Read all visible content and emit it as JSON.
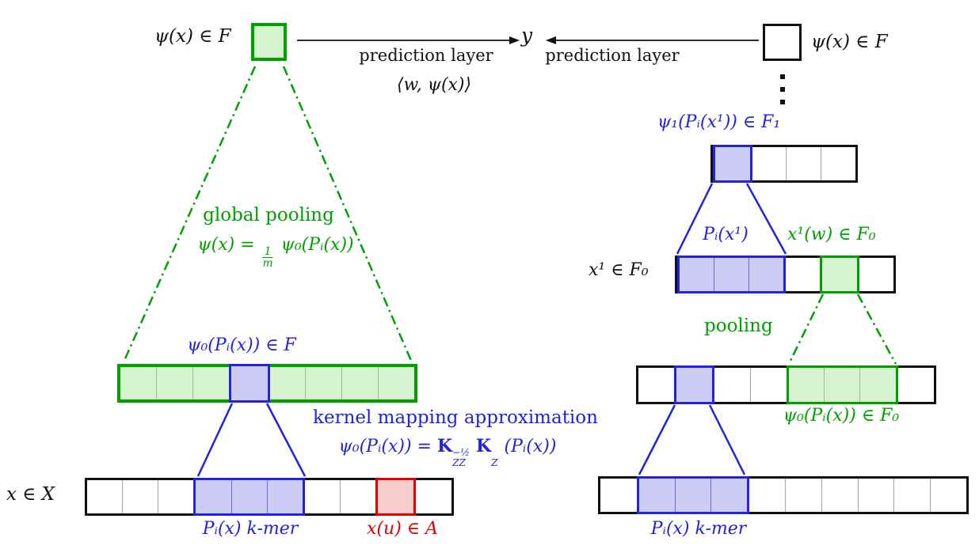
{
  "figure": {
    "left": {
      "output_label": "ψ(x) ∈ F",
      "prediction_layer": "prediction layer",
      "y_label": "y",
      "inner_product": "⟨w, ψ(x)⟩",
      "global_pooling": "global pooling",
      "pooling_formula": {
        "lhs": "ψ(x) =",
        "num": "1",
        "den": "m",
        "rhs": "ψ₀(Pᵢ(x))"
      },
      "feature_map_label": "ψ₀(Pᵢ(x)) ∈ F",
      "kernel_approx": "kernel mapping approximation",
      "kernel_formula": {
        "lhs": "ψ₀(Pᵢ(x)) =",
        "k1": "K",
        "k1_sub": "ZZ",
        "k1_sup": "−½",
        "k2": "K",
        "k2_sub": "Z",
        "rhs": "(Pᵢ(x))"
      },
      "input_label": "x ∈ X",
      "kmer_label": "Pᵢ(x) k-mer",
      "char_label": "x(u) ∈ A"
    },
    "right": {
      "output_label": "ψ(x) ∈ F",
      "prediction_layer": "prediction layer",
      "layer1_label": "ψ₁(Pᵢ(x¹)) ∈ F₁",
      "patch_label": "Pᵢ(x¹)",
      "pooled_label": "x¹(w) ∈ F₀",
      "x1_label": "x¹ ∈ F₀",
      "pooling": "pooling",
      "layer0_label": "ψ₀(Pᵢ(x)) ∈ F₀",
      "kmer_label": "Pᵢ(x) k-mer"
    },
    "rows": {
      "left_feature": {
        "cells": [
          "plain",
          "plain",
          "plain",
          "blue",
          "plain",
          "plain",
          "plain",
          "plain"
        ]
      },
      "left_input": {
        "cells": [
          "white",
          "white",
          "white",
          "blue",
          "blue",
          "blue",
          "white",
          "white",
          "red",
          "white"
        ]
      },
      "right_layer1": {
        "cells": [
          "blue",
          "white",
          "white",
          "white"
        ]
      },
      "right_x1": {
        "cells": [
          "blue",
          "blue",
          "blue",
          "white",
          "green",
          "white"
        ]
      },
      "right_layer0": {
        "cells": [
          "white",
          "blue",
          "white",
          "white",
          "green",
          "green",
          "green",
          "white"
        ]
      },
      "right_input": {
        "cells": [
          "white",
          "blue",
          "blue",
          "blue",
          "white",
          "white",
          "white",
          "white",
          "white",
          "white"
        ]
      }
    },
    "colors": {
      "green": "#00a000",
      "green_fill": "#d6f3cf",
      "blue": "#2222e0",
      "blue_fill": "#ccccf5",
      "red": "#e00000",
      "red_fill": "#f8cdcd",
      "arrow": "#111111"
    }
  }
}
